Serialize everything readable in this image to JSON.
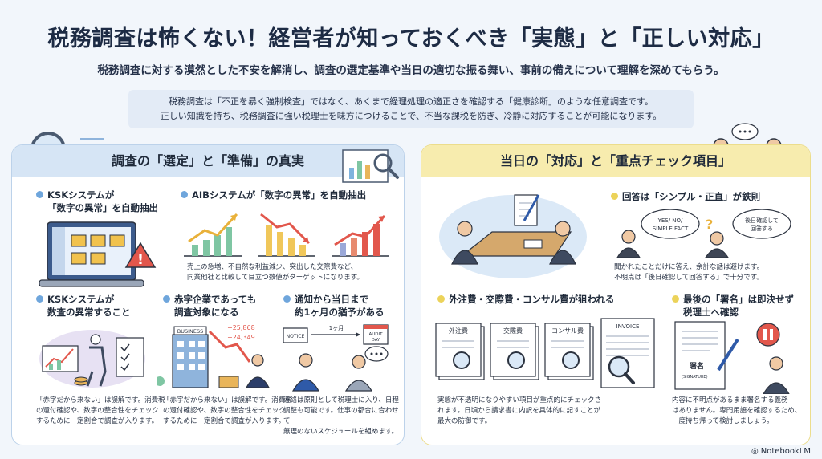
{
  "title": "税務調査は怖くない！経営者が知っておくべき「実態」と「正しい対応」",
  "subtitle": "税務調査に対する漠然とした不安を解消し、調査の選定基準や当日の適切な振る舞い、事前の備えについて理解を深めてもらう。",
  "intro": {
    "line1": "税務調査は「不正を暴く強制検査」ではなく、あくまで経理処理の適正さを確認する「健康診断」のような任意調査です。",
    "line2": "正しい知識を持ち、税務調査に強い税理士を味方につけることで、不当な課税を防ぎ、冷静に対応することが可能になります。"
  },
  "left_panel": {
    "heading": "調査の「選定」と「準備」の真実",
    "items": [
      {
        "title_1": "KSKシステムが",
        "title_2": "「数字の異常」を自動抽出"
      },
      {
        "title_1": "AIBシステムが「数字の異常」を自動抽出",
        "desc_1": "売上の急増、不自然な利益減少、突出した交際費など、",
        "desc_2": "同業他社と比較して目立つ数値がターゲットになります。"
      },
      {
        "title_1": "KSKシステムが",
        "title_2": "数査の異常すること",
        "desc_1": "「赤字だから来ない」は誤解です。消費税",
        "desc_2": "の還付確認や、数字の整合性をチェック",
        "desc_3": "するために一定割合で調査が入ります。"
      },
      {
        "title_1": "赤字企業であっても",
        "title_2": "調査対象になる",
        "desc_1": "「赤字だから来ない」は誤解です。消費税",
        "desc_2": "の還付確認や、数字の整合性をチェック",
        "desc_3": "するために一定割合で調査が入ります。"
      },
      {
        "title_1": "通知から当日まで",
        "title_2": "約1ヶ月の猶予がある",
        "desc_1": "連絡は原則として税理士に入り、日程",
        "desc_2": "調整も可能です。仕事の都合に合わせて",
        "desc_3": "無理のないスケジュールを組めます。"
      }
    ],
    "figure_labels": {
      "business": "BUSINESS",
      "num1": "−25,868",
      "num2": "−24,349",
      "notice": "NOTICE",
      "month": "1ヶ月",
      "audit_1": "AUDIT",
      "audit_2": "DAY"
    }
  },
  "right_panel": {
    "heading": "当日の「対応」と「重点チェック項目」",
    "items": [
      {
        "title_1": "回答は「シンプル・正直」が鉄則",
        "desc_1": "聞かれたことだけに答え、余計な話は避けます。",
        "desc_2": "不明点は「後日確認して回答する」で十分です。"
      },
      {
        "title_1": "外注費・交際費・コンサル費が狙われる",
        "desc_1": "実態が不透明になりやすい項目が重点的にチェックさ",
        "desc_2": "れます。日頃から請求書に内訳を具体的に記すことが",
        "desc_3": "最大の防御です。"
      },
      {
        "title_1": "最後の「署名」は即決せず",
        "title_2": "税理士へ確認",
        "desc_1": "内容に不明点があるまま署名する義務",
        "desc_2": "はありません。専門用語を確認するため、",
        "desc_3": "一度持ち帰って検討しましょう。"
      }
    ],
    "figure_labels": {
      "bubble1_1": "YES/ NO/",
      "bubble1_2": "SIMPLE FACT",
      "bubble2_1": "後日確認して",
      "bubble2_2": "回答する",
      "doc1": "外注費",
      "doc2": "交際費",
      "doc3": "コンサル費",
      "invoice": "INVOICE",
      "sign": "署名",
      "sign_sub": "(SIGNATURE)"
    }
  },
  "brand": "NotebookLM",
  "colors": {
    "left_accent": "#6fa6dc",
    "right_accent": "#ecd35a",
    "alert": "#e2574c"
  }
}
